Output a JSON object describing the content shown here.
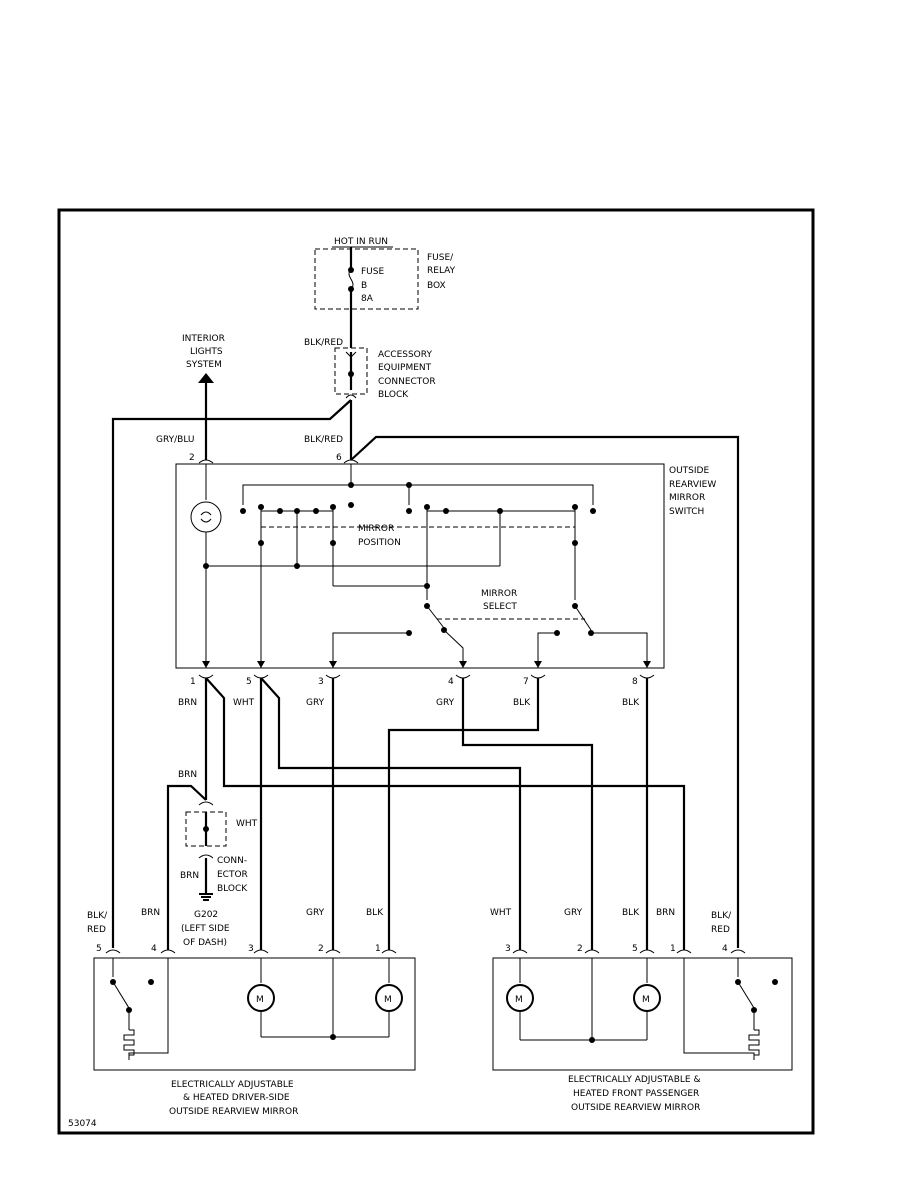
{
  "fuse_box": {
    "hot_label": "HOT IN RUN",
    "fuse_name": "FUSE",
    "fuse_id": "B",
    "fuse_rating": "8A",
    "box_label_1": "FUSE/",
    "box_label_2": "RELAY",
    "box_label_3": "BOX"
  },
  "accessory_block": {
    "wire": "BLK/RED",
    "line1": "ACCESSORY",
    "line2": "EQUIPMENT",
    "line3": "CONNECTOR",
    "line4": "BLOCK"
  },
  "interior_lights": {
    "line1": "INTERIOR",
    "line2": "LIGHTS",
    "line3": "SYSTEM"
  },
  "switch": {
    "label1": "OUTSIDE",
    "label2": "REARVIEW",
    "label3": "MIRROR",
    "label4": "SWITCH",
    "position_1": "MIRROR",
    "position_2": "POSITION",
    "select_1": "MIRROR",
    "select_2": "SELECT",
    "top_pins": [
      {
        "pin": "2",
        "wire": "GRY/BLU"
      },
      {
        "pin": "6",
        "wire": "BLK/RED"
      }
    ],
    "bottom_pins": [
      {
        "pin": "1",
        "wire": "BRN"
      },
      {
        "pin": "5",
        "wire": "WHT"
      },
      {
        "pin": "3",
        "wire": "GRY"
      },
      {
        "pin": "4",
        "wire": "GRY"
      },
      {
        "pin": "7",
        "wire": "BLK"
      },
      {
        "pin": "8",
        "wire": "BLK"
      }
    ]
  },
  "connector_block": {
    "wire_top": "BRN",
    "wire_side": "WHT",
    "wire_bottom": "BRN",
    "line1": "CONN-",
    "line2": "ECTOR",
    "line3": "BLOCK"
  },
  "ground": {
    "id": "G202",
    "line2": "(LEFT SIDE",
    "line3": "OF DASH)"
  },
  "driver_mirror": {
    "pins": [
      {
        "pin": "5",
        "wire_1": "BLK/",
        "wire_2": "RED"
      },
      {
        "pin": "4",
        "wire_1": "BRN",
        "wire_2": ""
      },
      {
        "pin": "3",
        "wire_1": "",
        "wire_2": ""
      },
      {
        "pin": "2",
        "wire_1": "GRY",
        "wire_2": ""
      },
      {
        "pin": "1",
        "wire_1": "BLK",
        "wire_2": ""
      }
    ],
    "caption1": "ELECTRICALLY ADJUSTABLE",
    "caption2": "& HEATED DRIVER-SIDE",
    "caption3": "OUTSIDE REARVIEW MIRROR"
  },
  "passenger_mirror": {
    "pins": [
      {
        "pin": "3",
        "wire_1": "WHT",
        "wire_2": ""
      },
      {
        "pin": "2",
        "wire_1": "GRY",
        "wire_2": ""
      },
      {
        "pin": "5",
        "wire_1": "BLK",
        "wire_2": ""
      },
      {
        "pin": "1",
        "wire_1": "BRN",
        "wire_2": ""
      },
      {
        "pin": "4",
        "wire_1": "BLK/",
        "wire_2": "RED"
      }
    ],
    "caption1": "ELECTRICALLY ADJUSTABLE &",
    "caption2": "HEATED FRONT PASSENGER",
    "caption3": "OUTSIDE REARVIEW MIRROR"
  },
  "motor_symbol": "M",
  "diagram_id": "53074"
}
